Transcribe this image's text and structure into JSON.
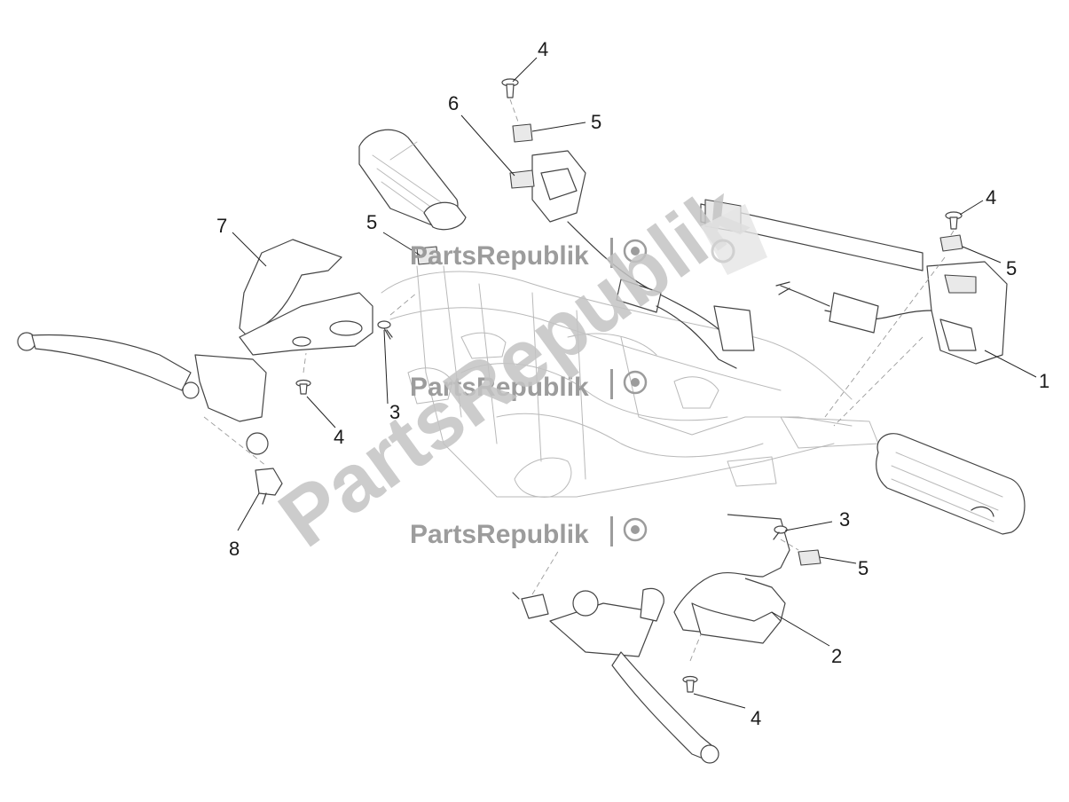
{
  "watermark": {
    "brand": "PartsRepublik"
  },
  "callouts": [
    {
      "id": "c1",
      "label": "1"
    },
    {
      "id": "c2",
      "label": "2"
    },
    {
      "id": "c3a",
      "label": "3"
    },
    {
      "id": "c3b",
      "label": "3"
    },
    {
      "id": "c4a",
      "label": "4"
    },
    {
      "id": "c4b",
      "label": "4"
    },
    {
      "id": "c4c",
      "label": "4"
    },
    {
      "id": "c4d",
      "label": "4"
    },
    {
      "id": "c5a",
      "label": "5"
    },
    {
      "id": "c5b",
      "label": "5"
    },
    {
      "id": "c5c",
      "label": "5"
    },
    {
      "id": "c5d",
      "label": "5"
    },
    {
      "id": "c6",
      "label": "6"
    },
    {
      "id": "c7",
      "label": "7"
    },
    {
      "id": "c8",
      "label": "8"
    }
  ]
}
